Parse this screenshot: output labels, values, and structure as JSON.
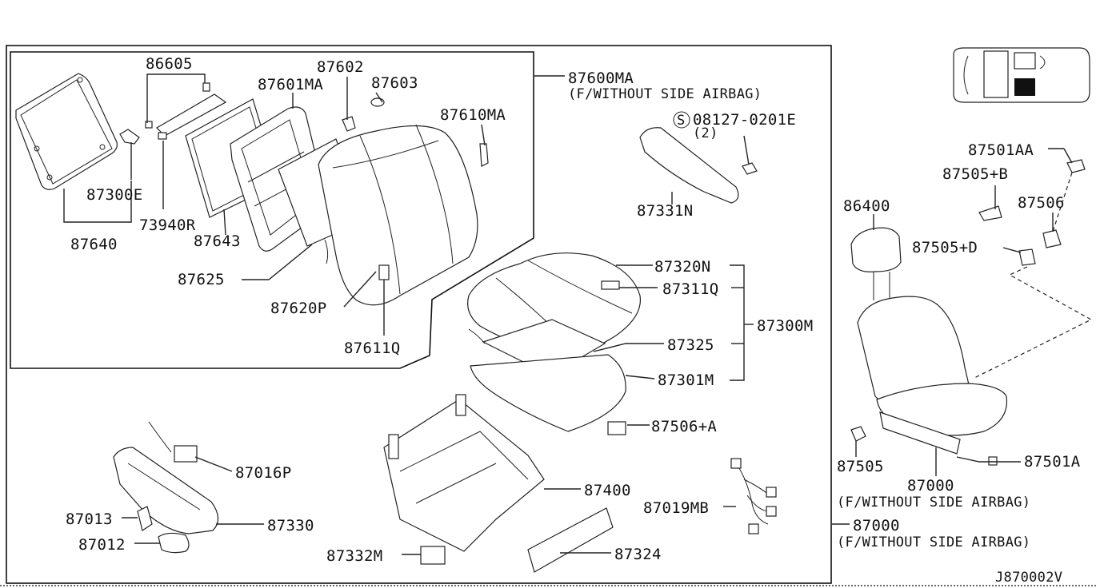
{
  "labels": {
    "p86605": "86605",
    "p87602": "87602",
    "p87601MA": "87601MA",
    "p87603": "87603",
    "p87600MA": "87600MA",
    "p87600MA_note": "(F/WITHOUT SIDE AIRBAG)",
    "p87610MA": "87610MA",
    "p08127": "08127-0201E",
    "p08127_s": "S",
    "p08127_qty": "(2)",
    "p87300E": "87300E",
    "p73940R": "73940R",
    "p87643": "87643",
    "p87640": "87640",
    "p87625": "87625",
    "p87620P": "87620P",
    "p87611Q": "87611Q",
    "p87331N": "87331N",
    "p87320N": "87320N",
    "p87311Q": "87311Q",
    "p87300M": "87300M",
    "p87325": "87325",
    "p87301M": "87301M",
    "p87506A": "87506+A",
    "p87016P": "87016P",
    "p87400": "87400",
    "p87019MB": "87019MB",
    "p87013": "87013",
    "p87330": "87330",
    "p87012": "87012",
    "p87332M": "87332M",
    "p87324": "87324",
    "p87501AA": "87501AA",
    "p87505B": "87505+B",
    "p86400": "86400",
    "p87506": "87506",
    "p87505D": "87505+D",
    "p87505": "87505",
    "p87000a": "87000",
    "p87501A": "87501A",
    "p87000a_note": "(F/WITHOUT SIDE AIRBAG)",
    "p87000b": "87000",
    "p87000b_note": "(F/WITHOUT SIDE AIRBAG)",
    "diagram_code": "J870002V"
  }
}
